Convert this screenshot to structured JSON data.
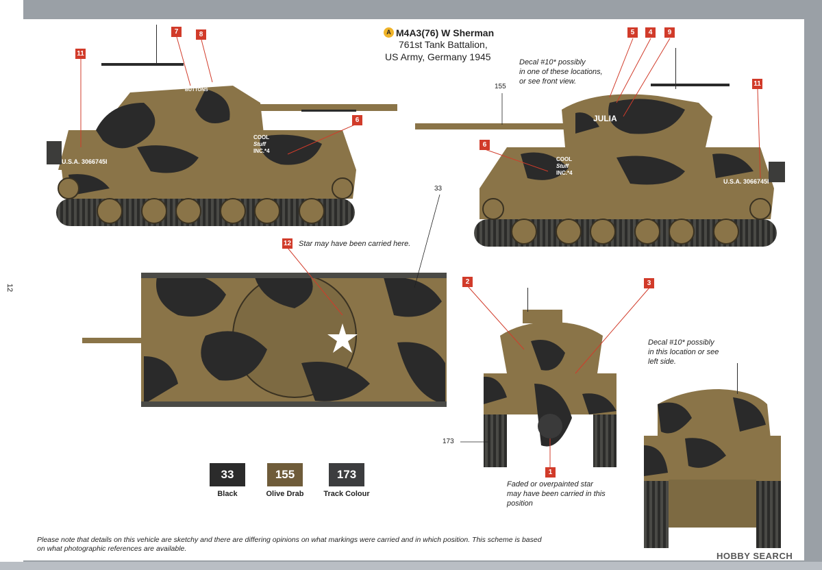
{
  "title": {
    "badge": "A",
    "line1": "M4A3(76) W Sherman",
    "line2": "761st Tank Battalion,",
    "line3": "US Army, Germany 1945"
  },
  "page_number": "12",
  "callouts": {
    "n1": "1",
    "n2": "2",
    "n3": "3",
    "n4": "4",
    "n5": "5",
    "n6": "6",
    "n6b": "6",
    "n7": "7",
    "n8": "8",
    "n9": "9",
    "n11": "11",
    "n11b": "11",
    "n12": "12"
  },
  "color_refs": {
    "c155": "155",
    "c33": "33",
    "c173": "173"
  },
  "notes": {
    "decal_right_1": "Decal #10* possibly",
    "decal_right_2": "in one of these locations,",
    "decal_right_3": "or see front view.",
    "star_top": "Star may have been carried here.",
    "decal_front_1": "Decal #10* possibly",
    "decal_front_2": "in this location or see",
    "decal_front_3": "left side.",
    "faded_1": "Faded or overpainted star",
    "faded_2": "may have been carried in this",
    "faded_3": "position",
    "footer_1": "Please note that details on this vehicle are sketchy and there are differing opinions on what markings were carried and in which position. This scheme is based",
    "footer_2": "on what photographic references are available."
  },
  "markings": {
    "serial": "U.S.A. 3066745I",
    "buttons": "BUTTONS",
    "julia": "JULIA",
    "cool": "COOL",
    "stuff": "Stuff",
    "inc": "INC.*4"
  },
  "swatches": [
    {
      "code": "33",
      "label": "Black",
      "color": "#2b2b2b"
    },
    {
      "code": "155",
      "label": "Olive Drab",
      "color": "#6f5c3a"
    },
    {
      "code": "173",
      "label": "Track Colour",
      "color": "#3c3d3f"
    }
  ],
  "watermark": "HOBBY SEARCH",
  "colors": {
    "olive": "#8a7448",
    "black": "#2a2a2a",
    "track": "#4a4a46",
    "callout": "#d13b2a"
  }
}
